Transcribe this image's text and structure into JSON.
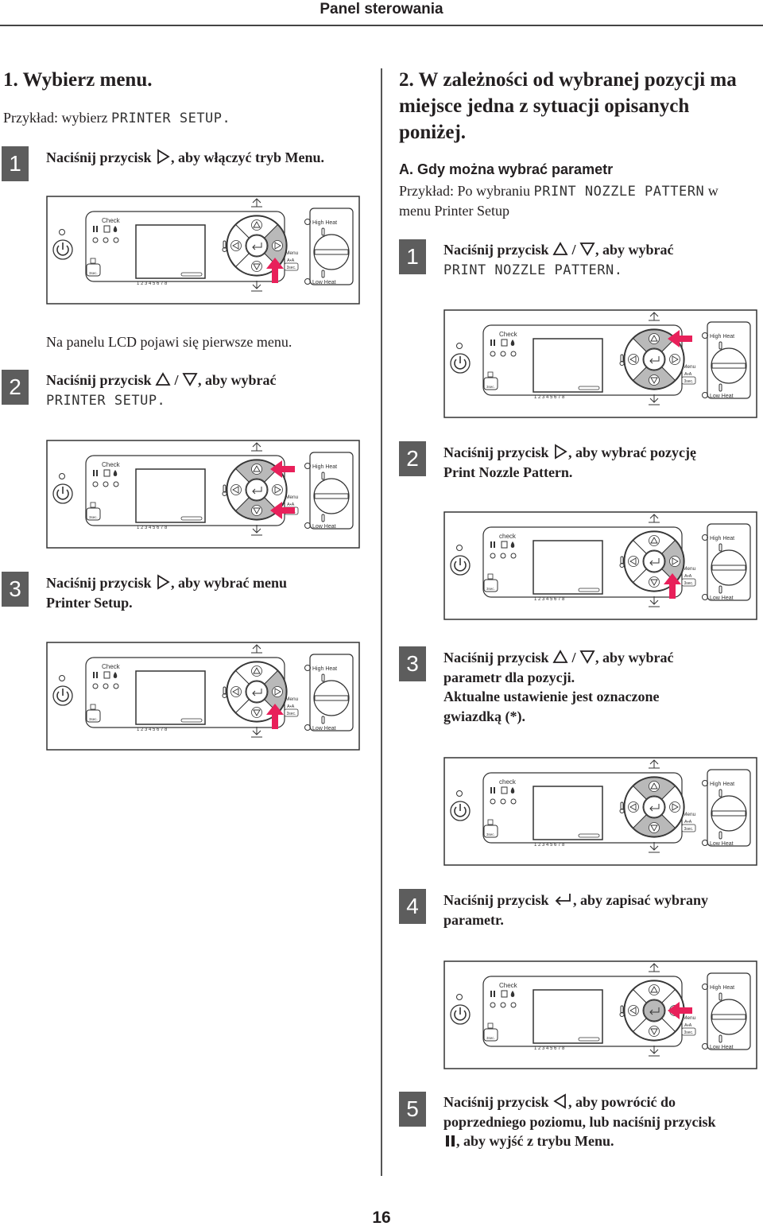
{
  "header": {
    "title": "Panel sterowania"
  },
  "page_number": "16",
  "left": {
    "heading": "1. Wybierz menu.",
    "example_prefix": "Przykład: wybierz",
    "example_value": "PRINTER SETUP.",
    "step1": {
      "num": "1",
      "text_a": "Naciśnij przycisk",
      "text_b": ", aby włączyć tryb Menu."
    },
    "note": "Na panelu LCD pojawi się pierwsze menu.",
    "step2": {
      "num": "2",
      "text_a": "Naciśnij przycisk",
      "sep": "/",
      "text_b": ", aby wybrać",
      "mono": "PRINTER SETUP."
    },
    "step3": {
      "num": "3",
      "text_a": "Naciśnij przycisk",
      "text_b": ", aby wybrać menu",
      "line2": "Printer Setup."
    }
  },
  "right": {
    "heading": "2. W zależności od wybranej pozycji ma miejsce jedna z sytuacji opisanych poniżej.",
    "subheading": "A. Gdy można wybrać parametr",
    "example_prefix": "Przykład: Po wybraniu",
    "example_mono": "PRINT NOZZLE PATTERN",
    "example_suffix": "w",
    "example_line2": "menu Printer Setup",
    "step1": {
      "num": "1",
      "text_a": "Naciśnij przycisk",
      "sep": "/",
      "text_b": ", aby wybrać",
      "mono": "PRINT NOZZLE PATTERN."
    },
    "step2": {
      "num": "2",
      "text_a": "Naciśnij przycisk",
      "text_b": ", aby wybrać pozycję",
      "line2": "Print Nozzle Pattern."
    },
    "step3": {
      "num": "3",
      "text_a": "Naciśnij przycisk",
      "sep": "/",
      "text_b": ", aby wybrać",
      "line2": "parametr dla pozycji.",
      "line3": "Aktualne ustawienie jest oznaczone",
      "line4": "gwiazdką (*)."
    },
    "step4": {
      "num": "4",
      "text_a": "Naciśnij przycisk",
      "text_b": ", aby zapisać wybrany",
      "line2": "parametr."
    },
    "step5": {
      "num": "5",
      "text_a": "Naciśnij przycisk",
      "text_b": ", aby powrócić do",
      "line2": "poprzedniego poziomu, lub naciśnij przycisk",
      "line3": ", aby wyjść z trybu Menu."
    }
  },
  "panel_labels": {
    "check": "Check",
    "check_alt": "check",
    "high_heat": "High Heat",
    "low_heat": "Low Heat",
    "menu": "Menu",
    "aa": "A•A",
    "sec": "3sec.",
    "digits": "1 2 3 4 5 6 7 8"
  },
  "arrow_color": "#e8205a",
  "panels": [
    {
      "name": "control-panel-l1",
      "arrow": "up-right",
      "hl": "right",
      "check": "Check"
    },
    {
      "name": "control-panel-l2",
      "arrow": "left-up-down",
      "hl": "up-down",
      "check": "Check"
    },
    {
      "name": "control-panel-l3",
      "arrow": "up-right",
      "hl": "right",
      "check": "Check"
    },
    {
      "name": "control-panel-r1",
      "arrow": "left-up",
      "hl": "up-down",
      "check": "Check"
    },
    {
      "name": "control-panel-r2",
      "arrow": "up-right",
      "hl": "right",
      "check": "check"
    },
    {
      "name": "control-panel-r3",
      "arrow": "none",
      "hl": "up-down",
      "check": "check"
    },
    {
      "name": "control-panel-r4",
      "arrow": "left-mid",
      "hl": "center",
      "check": "Check"
    }
  ]
}
